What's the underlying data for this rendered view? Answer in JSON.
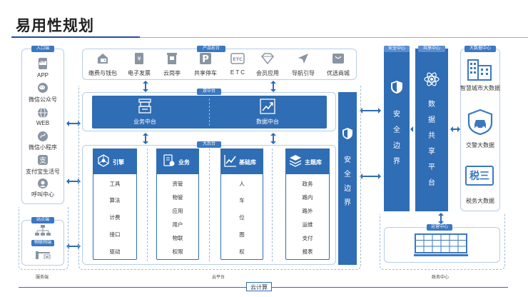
{
  "title": "易用性规划",
  "entry": {
    "tag": "入口端",
    "items": [
      "APP",
      "微信公众号",
      "WEB",
      "微信小程序",
      "支付宝生活号",
      "呼叫中心"
    ],
    "app_badge": "APP"
  },
  "product_front": {
    "tag": "产品前台",
    "items": [
      "缴费与钱包",
      "电子发票",
      "云岗亭",
      "共享停车",
      "E T C",
      "会员应用",
      "导航引导",
      "优选商城"
    ]
  },
  "double_middle": {
    "tag": "双中台",
    "business": "业务中台",
    "data": "数据中台"
  },
  "back": {
    "tag": "大后台",
    "columns": [
      {
        "header": "引擎",
        "items": [
          "工具",
          "算法",
          "计费",
          "接口",
          "驱动"
        ]
      },
      {
        "header": "业务",
        "items": [
          "资管",
          "物管",
          "应用",
          "用户",
          "物联",
          "权限"
        ]
      },
      {
        "header": "基础库",
        "items": [
          "人",
          "车",
          "位",
          "图",
          "权"
        ]
      },
      {
        "header": "主题库",
        "items": [
          "政务",
          "路内",
          "路外",
          "运维",
          "支付",
          "报表"
        ]
      }
    ]
  },
  "security_inner": "安全边界",
  "security_center": {
    "tag": "安全中心",
    "text": "安全边界"
  },
  "share_center": {
    "tag": "共享中心",
    "text": "数据共享平台"
  },
  "big_data": {
    "tag": "大数据中心",
    "items": [
      "智慧城市大数据",
      "交警大数据",
      "税务大数据"
    ],
    "tax_badge": "税三"
  },
  "ops_center": {
    "tag": "运营中心"
  },
  "station": {
    "tag": "站点端",
    "iot_tag": "物联网端"
  },
  "bottom": {
    "service": "服务端",
    "cloud_platform": "云平台",
    "gov_center": "政务中心",
    "cloud_compute": "云计算"
  },
  "colors": {
    "primary": "#2f6db5",
    "light_border": "#b7cde6",
    "accent": "#3b78c2"
  }
}
